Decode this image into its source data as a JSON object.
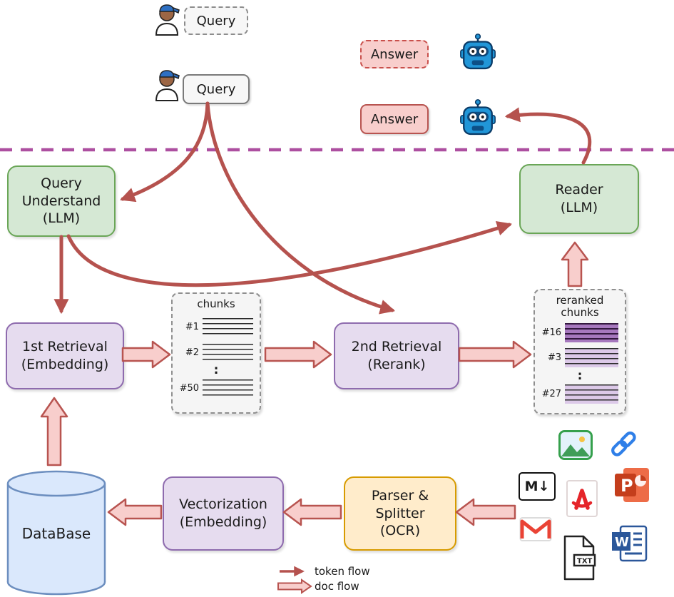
{
  "top": {
    "query_draft_label": "Query",
    "query_label": "Query",
    "answer_draft_label": "Answer",
    "answer_label": "Answer"
  },
  "nodes": {
    "query_understand": "Query\nUnderstand\n(LLM)",
    "reader": "Reader\n(LLM)",
    "first_retrieval": "1st Retrieval\n(Embedding)",
    "second_retrieval": "2nd Retrieval\n(Rerank)",
    "vectorization": "Vectorization\n(Embedding)",
    "parser": "Parser &\nSplitter\n(OCR)",
    "database": "DataBase"
  },
  "chunks": {
    "title": "chunks",
    "items": [
      "#1",
      "#2",
      ":",
      "#50"
    ]
  },
  "reranked": {
    "title": "reranked\nchunks",
    "items": [
      "#16",
      "#3",
      ":",
      "#27"
    ]
  },
  "legend": {
    "token_flow": "token flow",
    "doc_flow": "doc flow"
  },
  "icons": {
    "markdown_label": "M↓",
    "txt_label": "TXT",
    "ppt_letter": "P",
    "word_letter": "W",
    "file_types": [
      "image",
      "hyperlink",
      "markdown",
      "pdf",
      "powerpoint",
      "gmail",
      "txt",
      "word"
    ]
  },
  "colors": {
    "token_arrow": "#b5524e",
    "doc_arrow_fill": "#f8cecc",
    "doc_arrow_border": "#b85450",
    "green_fill": "#d5e8d4",
    "green_border": "#6aa657",
    "purple_fill": "#e6dcef",
    "purple_border": "#8e6bae",
    "orange_fill": "#ffeccb",
    "orange_border": "#d79b00",
    "database_fill": "#dae8fc",
    "database_border": "#6c8ebf",
    "answer_fill": "#f8cecc",
    "answer_border": "#b85450",
    "separator": "#ad4fa0"
  }
}
